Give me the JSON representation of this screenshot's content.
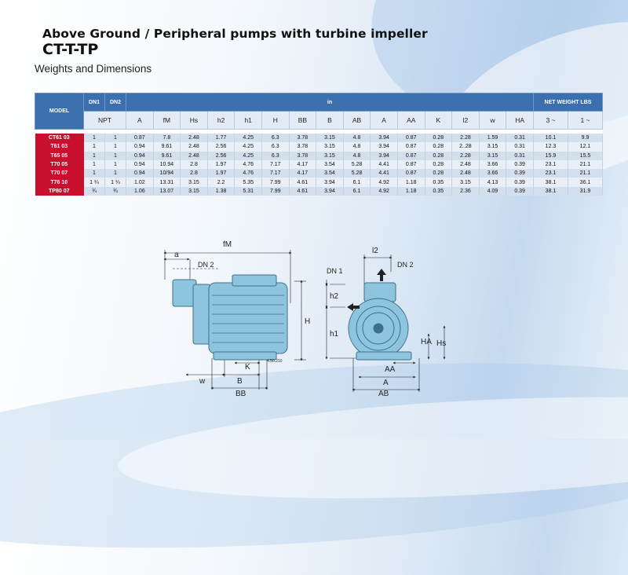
{
  "title": "Above Ground / Peripheral pumps with turbine impeller",
  "series": "CT-T-TP",
  "subtitle": "Weights and Dimensions",
  "table": {
    "model_header": "MODEL",
    "dn1": "DN1",
    "dn2": "DN2",
    "in_header": "in",
    "weight_header": "NET WEIGHT LBS",
    "npt": "NPT",
    "dims": [
      "A",
      "fM",
      "Hs",
      "h2",
      "h1",
      "H",
      "BB",
      "B",
      "AB",
      "A",
      "AA",
      "K",
      "l2",
      "w",
      "HA"
    ],
    "weights": [
      "3 ~",
      "1 ~"
    ],
    "rows": [
      {
        "model": "CT61 03",
        "c": [
          "1",
          "1",
          "0.87",
          "7.8",
          "2.48",
          "1.77",
          "4.25",
          "6.3",
          "3.78",
          "3.15",
          "4.8",
          "3.94",
          "0.87",
          "0.28",
          "2.28",
          "1.59",
          "0.31",
          "10.1",
          "9.9"
        ]
      },
      {
        "model": "T61 03",
        "c": [
          "1",
          "1",
          "0.94",
          "9.61",
          "2.48",
          "2.56",
          "4.25",
          "6.3",
          "3.78",
          "3.15",
          "4.8",
          "3.94",
          "0.87",
          "0.28",
          "2..28",
          "3.15",
          "0.31",
          "12.3",
          "12.1"
        ]
      },
      {
        "model": "T65 05",
        "c": [
          "1",
          "1",
          "0.94",
          "9.61",
          "2.48",
          "2.56",
          "4.25",
          "6.3",
          "3.78",
          "3.15",
          "4.8",
          "3.94",
          "0.87",
          "0.28",
          "2.28",
          "3.15",
          "0.31",
          "15.9",
          "15.5"
        ]
      },
      {
        "model": "T70 05",
        "c": [
          "1",
          "1",
          "0.94",
          "10.94",
          "2.8",
          "1.97",
          "4.76",
          "7.17",
          "4.17",
          "3.54",
          "5.28",
          "4.41",
          "0.87",
          "0.28",
          "2.48",
          "3.66",
          "0.39",
          "23.1",
          "21.1"
        ]
      },
      {
        "model": "T70 07",
        "c": [
          "1",
          "1",
          "0.94",
          "10/94",
          "2.8",
          "1.97",
          "4.76",
          "7.17",
          "4.17",
          "3.54",
          "5.28",
          "4.41",
          "0.87",
          "0.28",
          "2.48",
          "3.66",
          "0.39",
          "23.1",
          "21.1"
        ]
      },
      {
        "model": "T76 10",
        "c": [
          "1 ¼",
          "1 ¼",
          "1.02",
          "13.31",
          "3.15",
          "2.2",
          "5.35",
          "7.99",
          "4.61",
          "3.94",
          "6.1",
          "4.92",
          "1.18",
          "0.35",
          "3.15",
          "4.13",
          "0.39",
          "38.1",
          "36.1"
        ]
      },
      {
        "model": "TP80 07",
        "c": [
          "¾",
          "¾",
          "1.06",
          "13.07",
          "3.15",
          "1.38",
          "5.31",
          "7.99",
          "4.61",
          "3.94",
          "6.1",
          "4.92",
          "1.18",
          "0.35",
          "2.36",
          "4.09",
          "0.39",
          "38.1",
          "31.9"
        ]
      }
    ]
  },
  "drawing_side": {
    "fM": "fM",
    "a": "a",
    "dn2": "DN 2",
    "H": "H",
    "K": "K",
    "w": "w",
    "B": "B",
    "BB": "BB",
    "note": "4.50.210"
  },
  "drawing_front": {
    "l2": "l2",
    "dn2": "DN 2",
    "dn1": "DN 1",
    "h2": "h2",
    "h1": "h1",
    "HA": "HA",
    "Hs": "Hs",
    "AA": "AA",
    "A": "A",
    "AB": "AB"
  },
  "colors": {
    "header": "#3b6fae",
    "model": "#c8102e",
    "pump": "#8fc4de"
  }
}
